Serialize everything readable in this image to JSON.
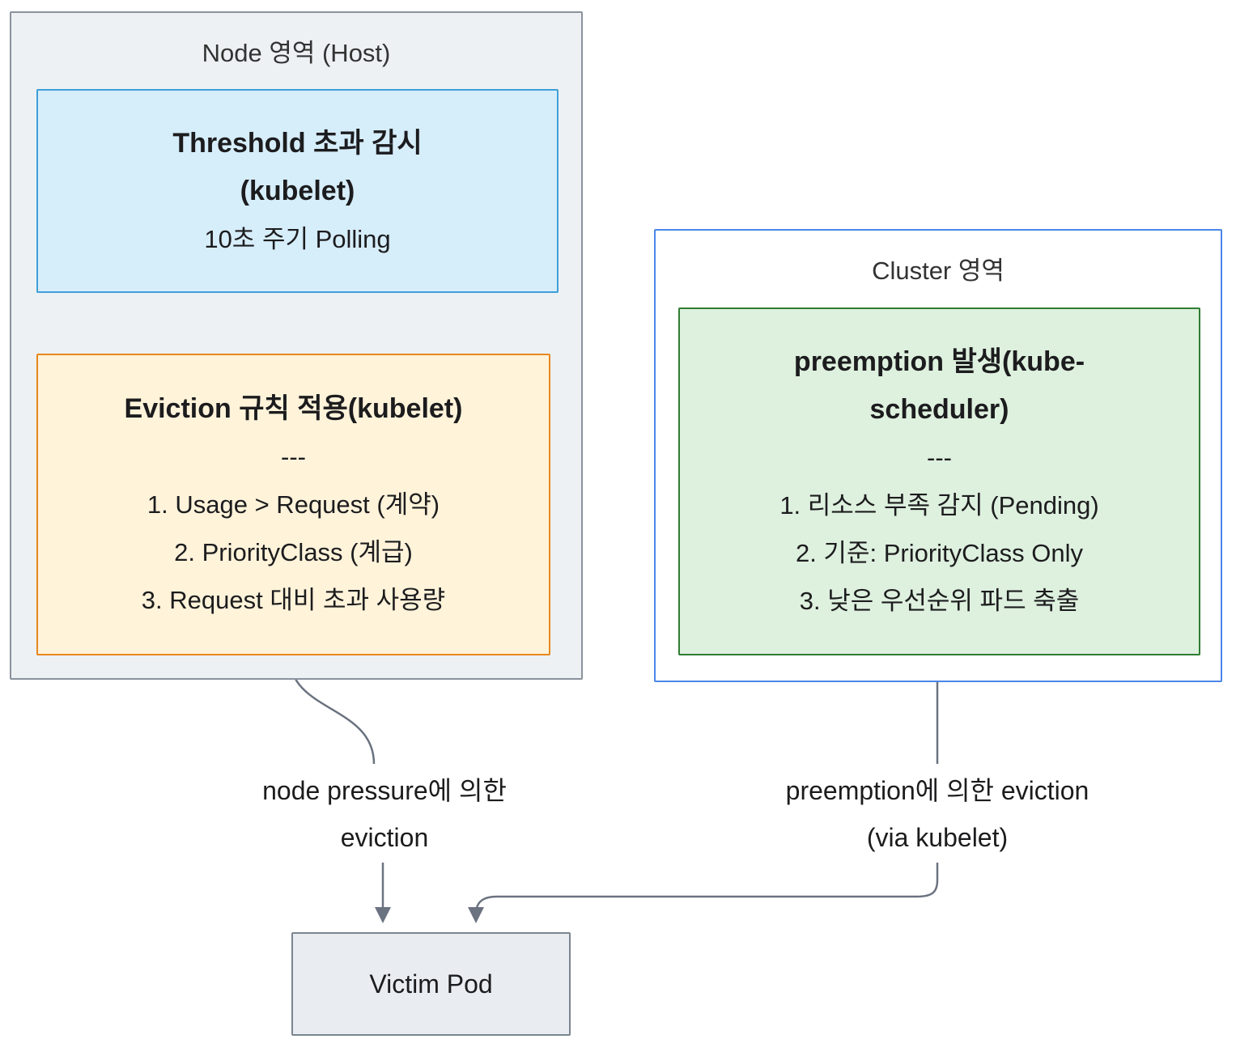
{
  "diagram": {
    "node_area": {
      "title": "Node 영역 (Host)",
      "threshold_box": {
        "title_line1": "Threshold 초과 감시",
        "title_line2": "(kubelet)",
        "subtitle": "10초 주기 Polling"
      },
      "eviction_box": {
        "title": "Eviction 규칙 적용(kubelet)",
        "divider": "---",
        "items": [
          "1. Usage > Request (계약)",
          "2. PriorityClass (계급)",
          "3. Request 대비 초과 사용량"
        ]
      }
    },
    "cluster_area": {
      "title": "Cluster 영역",
      "preemption_box": {
        "title_line1": "preemption 발생(kube-",
        "title_line2": "scheduler)",
        "divider": "---",
        "items": [
          "1. 리소스 부족 감지 (Pending)",
          "2. 기준: PriorityClass Only",
          "3. 낮은 우선순위 파드 축출"
        ]
      }
    },
    "edges": {
      "node_pressure": {
        "label_line1": "node pressure에 의한",
        "label_line2": "eviction"
      },
      "preemption": {
        "label_line1": "preemption에 의한 eviction",
        "label_line2": "(via kubelet)"
      }
    },
    "victim_pod": {
      "label": "Victim Pod"
    }
  },
  "colors": {
    "node_area_fill": "#edf1f4",
    "node_area_border": "#8a939c",
    "threshold_fill": "#d6edfa",
    "threshold_border": "#3f9fd8",
    "eviction_fill": "#fff3da",
    "eviction_border": "#e8871e",
    "cluster_fill": "#ffffff",
    "cluster_border": "#4b86e8",
    "preemption_fill": "#def0de",
    "preemption_border": "#2f7d33",
    "victim_fill": "#e9edf1",
    "victim_border": "#7b858f",
    "edge_color": "#6b7280",
    "text_color": "#1c1c1e"
  }
}
